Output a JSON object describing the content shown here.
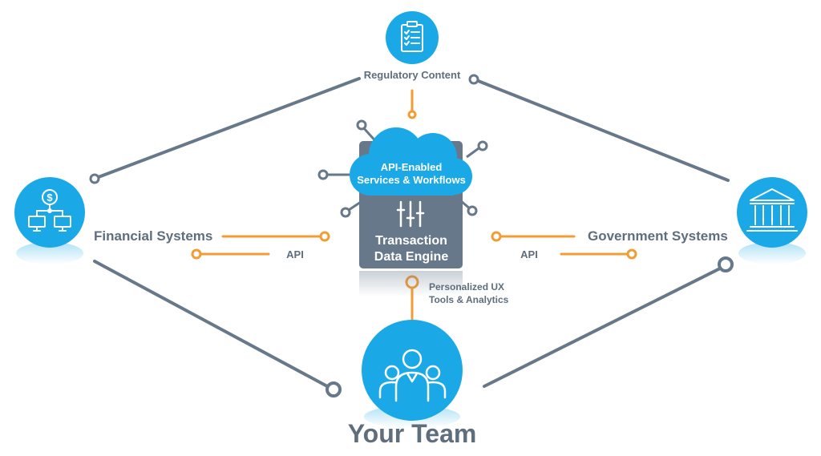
{
  "nodes": {
    "regulatory": {
      "label": "Regulatory Content",
      "icon": "clipboard-checklist-icon"
    },
    "financial": {
      "label": "Financial Systems",
      "icon": "dollar-network-icon"
    },
    "government": {
      "label": "Government Systems",
      "icon": "bank-building-icon"
    },
    "team": {
      "label": "Your Team",
      "icon": "team-people-icon"
    }
  },
  "engine": {
    "cloud_line1": "API-Enabled",
    "cloud_line2": "Services & Workflows",
    "title_line1": "Transaction",
    "title_line2": "Data Engine",
    "icon": "sliders-icon"
  },
  "connectors": {
    "left_api": "API",
    "right_api": "API",
    "bottom_line1": "Personalized UX",
    "bottom_line2": "Tools & Analytics"
  },
  "colors": {
    "accent_blue": "#1aa9e6",
    "slate": "#66788a",
    "orange": "#f39c34",
    "label_gray": "#5e6e7d"
  }
}
